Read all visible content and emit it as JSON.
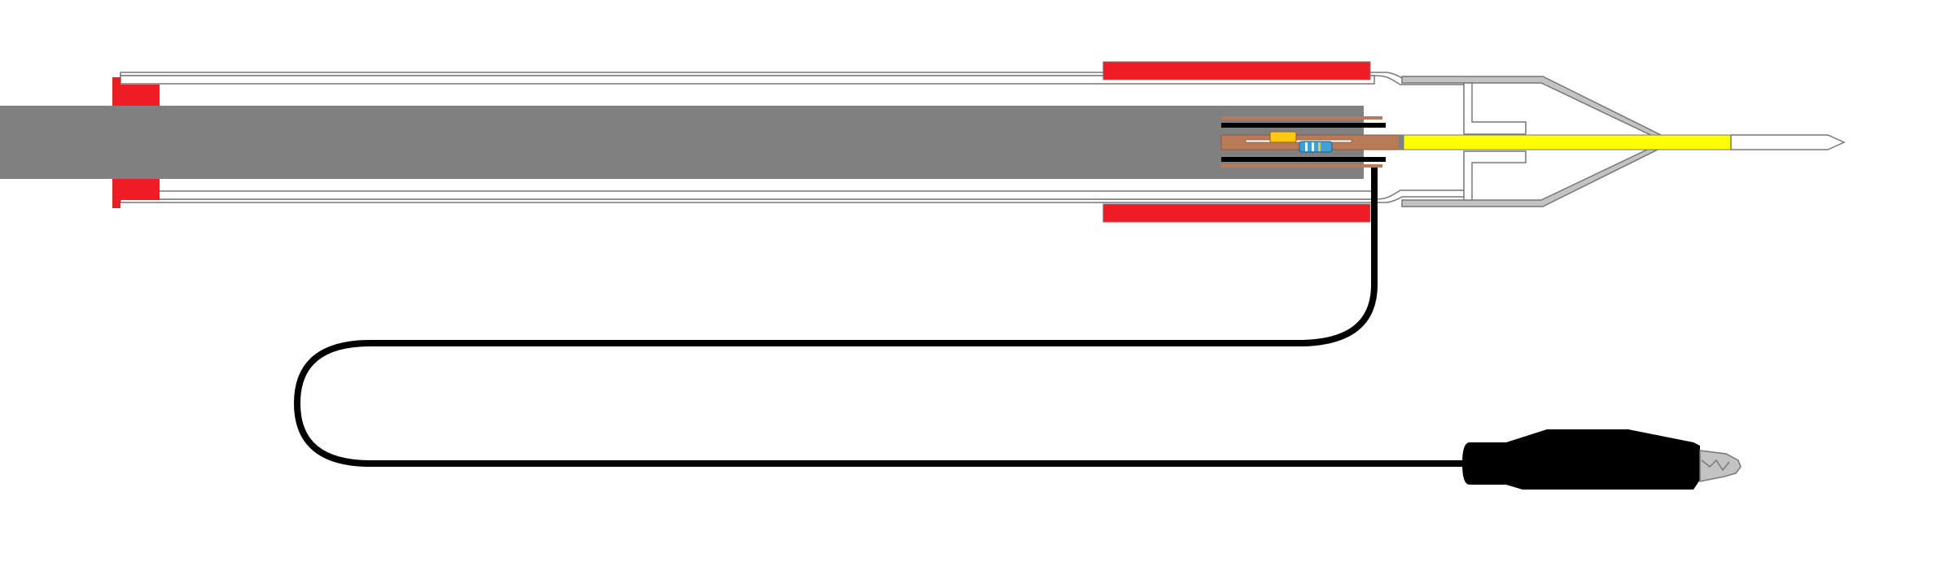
{
  "diagram": {
    "background": "#ffffff",
    "colors": {
      "outline": "#777777",
      "black": "#000000",
      "red": "#ee1c25",
      "cable_gray": "#808080",
      "tip_gray": "#c3c3c3",
      "copper": "#b97a57",
      "copper_dark": "#8b5a3c",
      "yellow": "#ffff00",
      "capacitor": "#ffc90e",
      "resistor": "#3fa0d8",
      "resistor_band": "#ffffff"
    },
    "parts": [
      {
        "name": "coax-cable",
        "color": "cable_gray"
      },
      {
        "name": "probe-outer-tube",
        "color": "outline"
      },
      {
        "name": "end-cap-flange",
        "color": "red"
      },
      {
        "name": "grip-sleeve",
        "color": "red"
      },
      {
        "name": "shield-tube",
        "color": "black"
      },
      {
        "name": "inner-copper-conductor",
        "color": "copper"
      },
      {
        "name": "capacitor-component",
        "color": "capacitor"
      },
      {
        "name": "resistor-component",
        "color": "resistor"
      },
      {
        "name": "nose-cone",
        "color": "tip_gray"
      },
      {
        "name": "insulated-tip-rod",
        "color": "yellow"
      },
      {
        "name": "probe-needle-tip",
        "color": "outline"
      },
      {
        "name": "ground-lead-wire",
        "color": "black"
      },
      {
        "name": "alligator-clip",
        "color": "black"
      },
      {
        "name": "clip-jaw",
        "color": "tip_gray"
      }
    ]
  }
}
